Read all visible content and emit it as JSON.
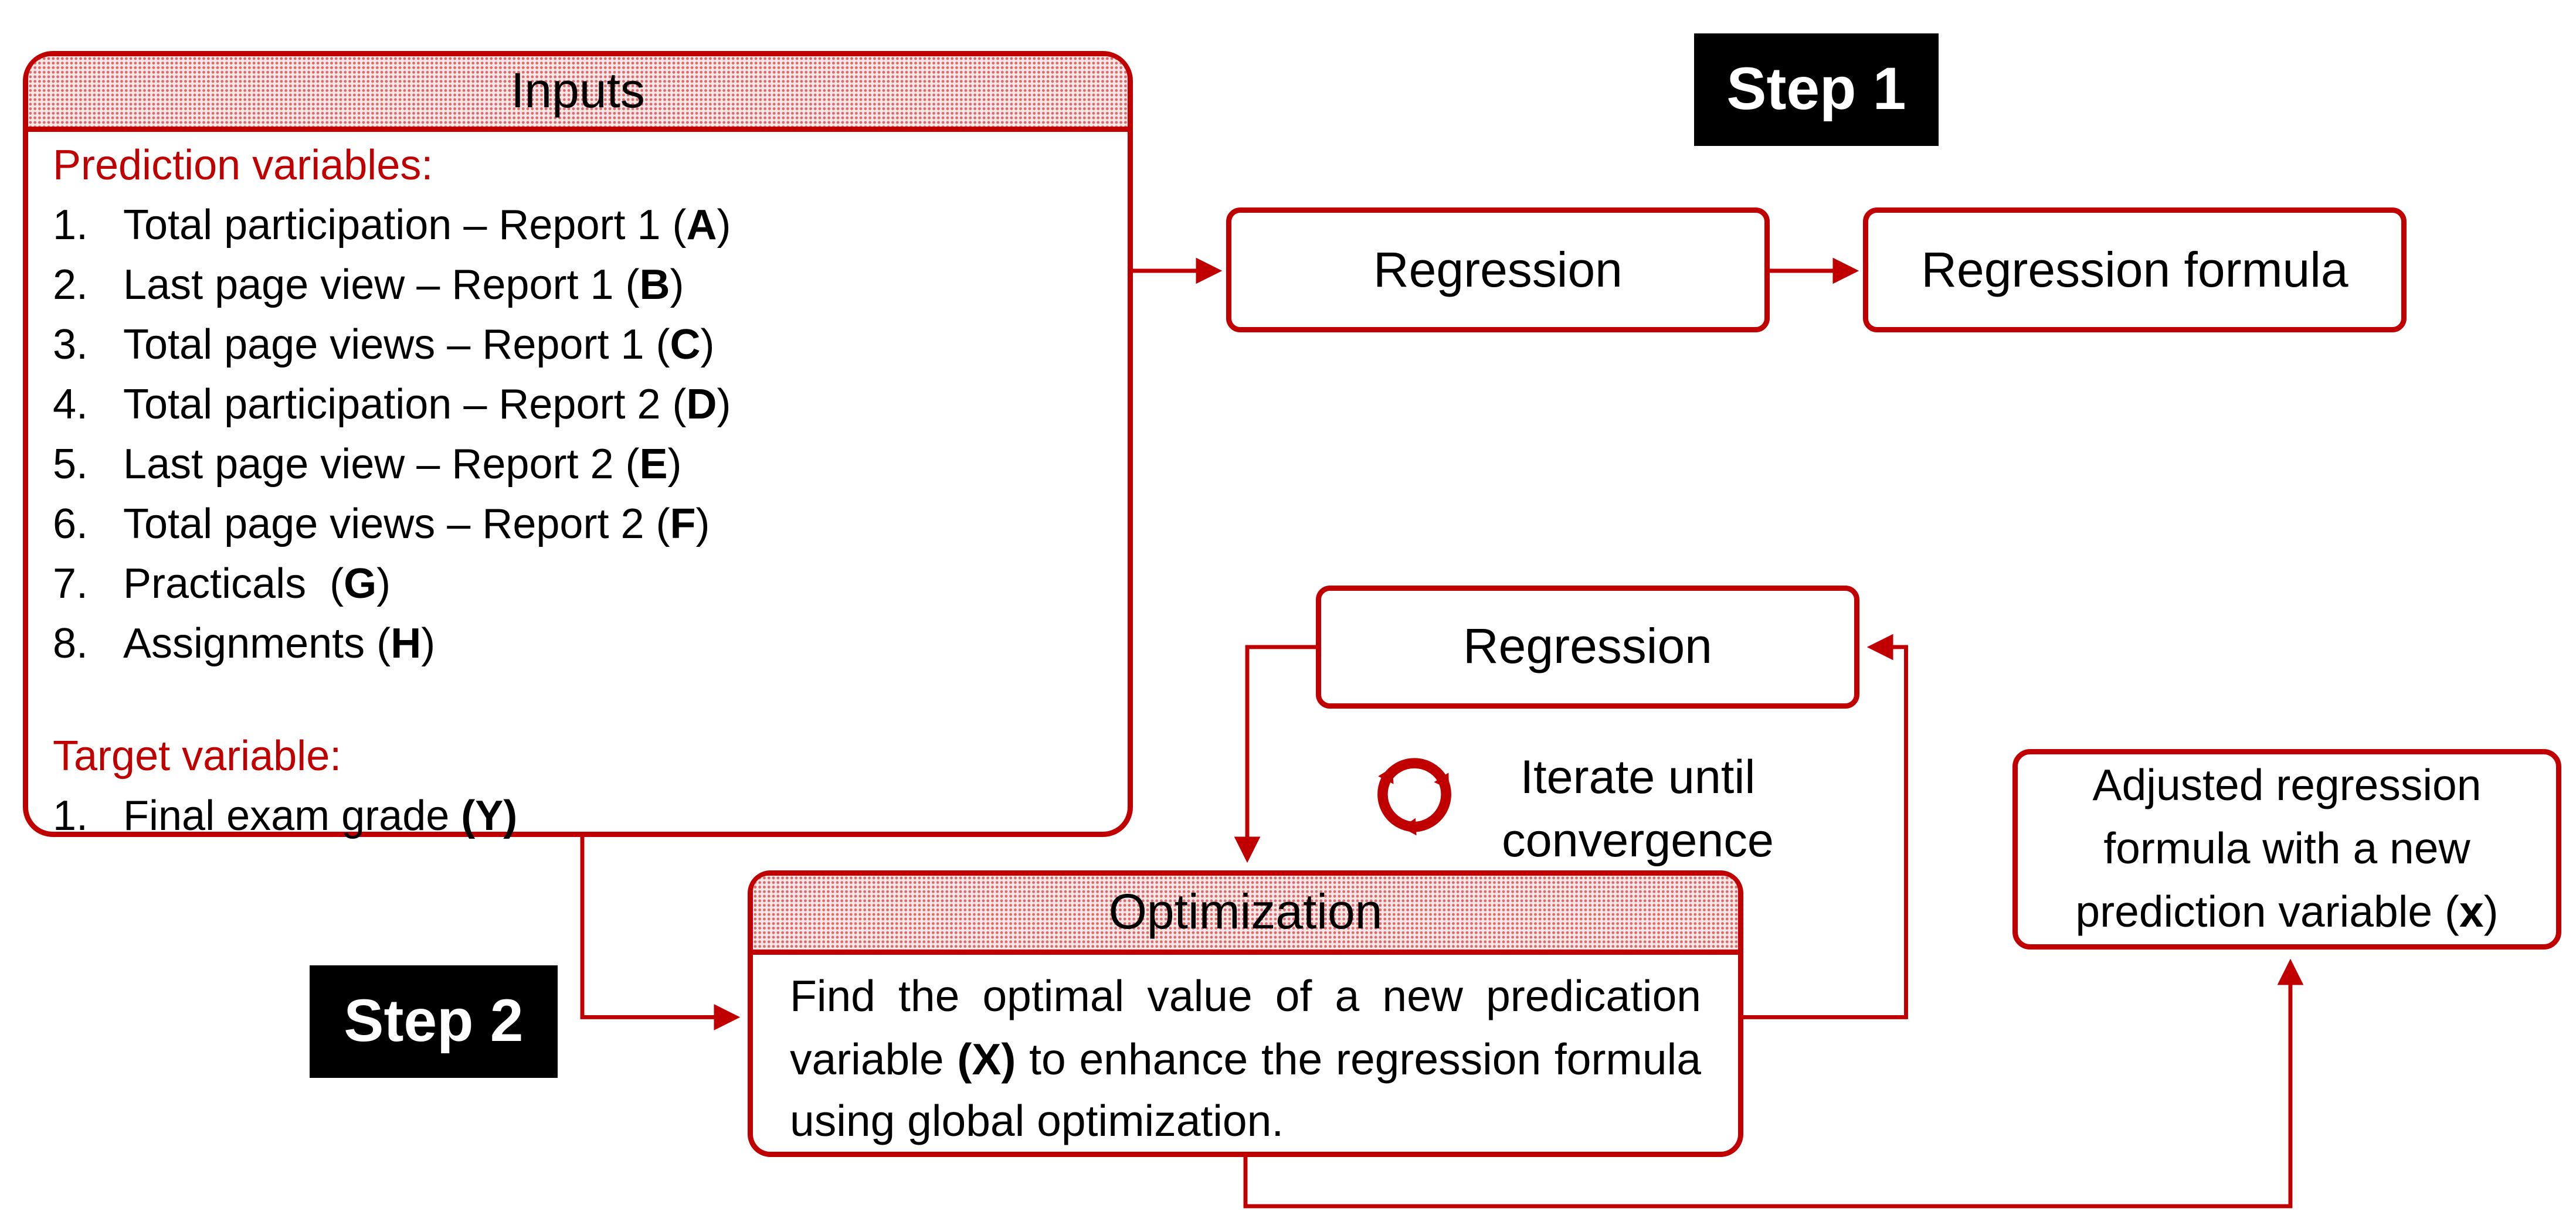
{
  "colors": {
    "accent_red": "#C00000",
    "text": "#000000",
    "badge_bg": "#000000",
    "badge_text": "#FFFFFF",
    "box_fill": "#FFFFFF",
    "header_dot_tint": "#F6E8E8",
    "background": "#FFFFFF"
  },
  "inputs_box": {
    "title": "Inputs",
    "prediction_label": "Prediction variables:",
    "prediction_items": [
      {
        "num": "1.",
        "prefix": "Total participation – Report 1 (",
        "bold": "A",
        "suffix": ")"
      },
      {
        "num": "2.",
        "prefix": "Last page view – Report 1 (",
        "bold": "B",
        "suffix": ")"
      },
      {
        "num": "3.",
        "prefix": "Total page views – Report 1 (",
        "bold": "C",
        "suffix": ")"
      },
      {
        "num": "4.",
        "prefix": "Total participation – Report 2 (",
        "bold": "D",
        "suffix": ")"
      },
      {
        "num": "5.",
        "prefix": "Last page view – Report 2 (",
        "bold": "E",
        "suffix": ")"
      },
      {
        "num": "6.",
        "prefix": "Total page views – Report 2 (",
        "bold": "F",
        "suffix": ")"
      },
      {
        "num": "7.",
        "prefix": "Practicals  (",
        "bold": "G",
        "suffix": ")"
      },
      {
        "num": "8.",
        "prefix": "Assignments (",
        "bold": "H",
        "suffix": ")"
      }
    ],
    "target_label": "Target variable:",
    "target_item": {
      "num": "1.",
      "prefix": "Final exam grade ",
      "bold": "(Y)",
      "suffix": ""
    }
  },
  "badges": {
    "step1": "Step 1",
    "step2": "Step 2"
  },
  "step1_flow": {
    "regression_label": "Regression",
    "regression_formula_label": "Regression formula"
  },
  "step2_flow": {
    "regression_label": "Regression",
    "iterate_note": {
      "line1": "Iterate until",
      "line2": "convergence"
    },
    "optimization": {
      "title": "Optimization",
      "body_prefix": "Find the optimal value of a new predication variable ",
      "body_bold": "(X)",
      "body_suffix": " to enhance the regression formula using global optimization."
    },
    "adjusted_output": {
      "prefix": "Adjusted regression formula with a new prediction variable (",
      "bold": "x",
      "suffix": ")"
    }
  }
}
